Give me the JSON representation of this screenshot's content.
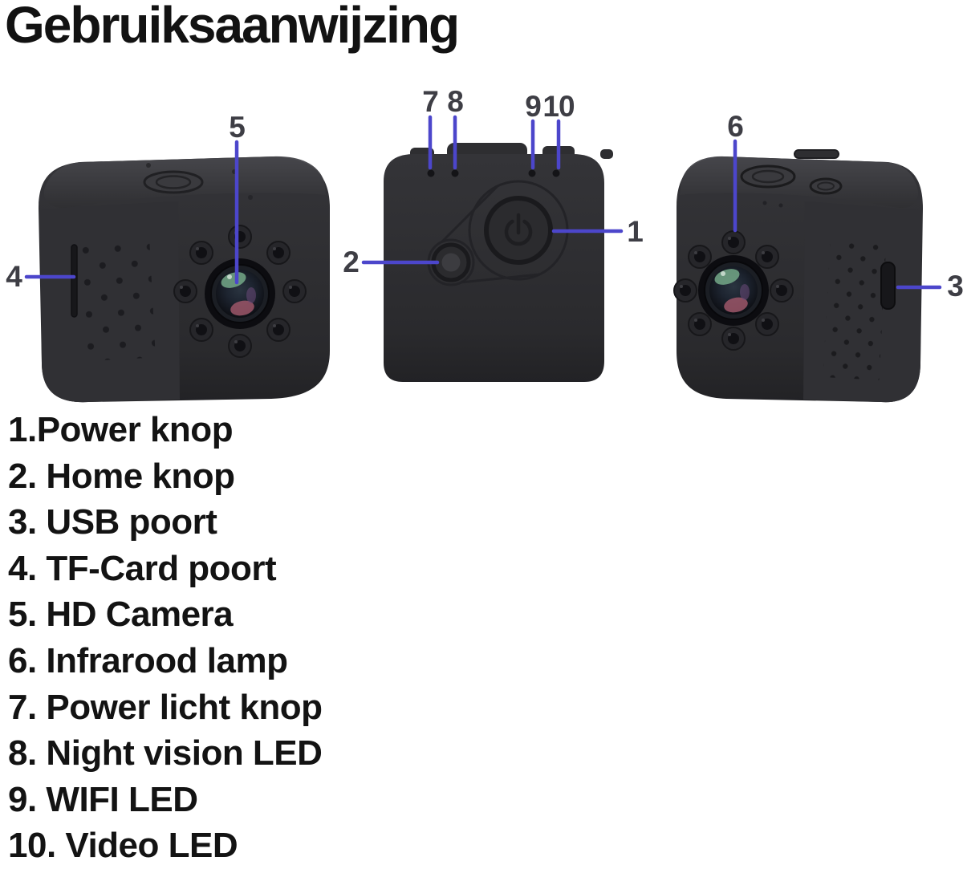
{
  "title": "Gebruiksaanwijzing",
  "diagram": {
    "callouts": [
      "1",
      "2",
      "3",
      "4",
      "5",
      "6",
      "7",
      "8",
      "9",
      "10"
    ]
  },
  "parts_list": {
    "items": [
      "1.Power knop",
      "2. Home knop",
      "3. USB poort",
      "4. TF-Card poort",
      "5. HD Camera",
      "6. Infrarood lamp",
      "7. Power licht knop",
      "8. Night vision LED",
      "9. WIFI LED",
      "10. Video LED"
    ]
  },
  "colors": {
    "background": "#ffffff",
    "heading_text": "#121212",
    "list_text": "#131313",
    "callout_number": "#3e3e45",
    "callout_line": "#4c46cb",
    "camera_body": "#2e2e31"
  }
}
